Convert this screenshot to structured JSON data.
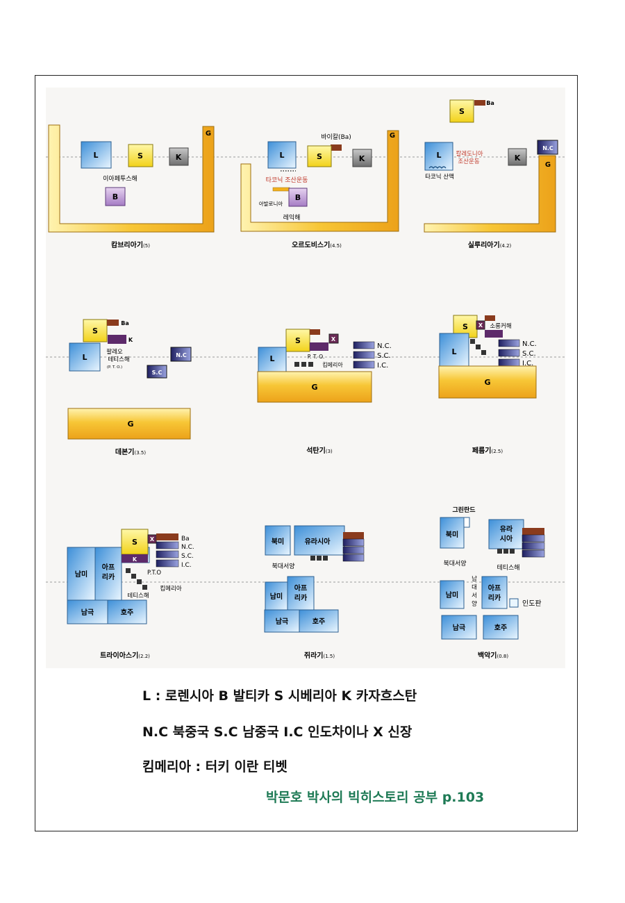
{
  "panels": [
    {
      "caption": "캄브리아기",
      "age": "(5)"
    },
    {
      "caption": "오르도비스기",
      "age": "(4.5)"
    },
    {
      "caption": "실루리아기",
      "age": "(4.2)"
    },
    {
      "caption": "데본기",
      "age": "(3.5)"
    },
    {
      "caption": "석탄기",
      "age": "(3)"
    },
    {
      "caption": "페름기",
      "age": "(2.5)"
    },
    {
      "caption": "트라이아스기",
      "age": "(2.2)"
    },
    {
      "caption": "쥐라기",
      "age": "(1.5)"
    },
    {
      "caption": "백악기",
      "age": "(0.8)"
    }
  ],
  "labels": {
    "L": "L",
    "S": "S",
    "K": "K",
    "B": "B",
    "G": "G",
    "X": "X",
    "Ba": "Ba",
    "NC": "N.C",
    "SC": "S.C",
    "NC_dot": "N.C.",
    "SC_dot": "S.C.",
    "IC_dot": "I.C.",
    "iapetus": "이아페투스해",
    "baikal": "바이칼(Ba)",
    "taconic_orogeny": "타코닉 조산운동",
    "avalonia": "아발로니아",
    "rheic": "레익해",
    "caledonian_1": "칼레도니아",
    "caledonian_2": "조산운동",
    "taconic_arc": "타코닉 산맥",
    "paleotethys": "팔레오",
    "paleotethys_2": "테티스해",
    "pto": "(P. T. O.)",
    "pto_plain": "P. T. O.",
    "pto_tr": "P.T.O",
    "cimmeria": "킴메리아",
    "solonker": "소롱커해",
    "tethys": "테티스해",
    "south_america_1": "남미",
    "africa_1": "아프",
    "africa_2": "리카",
    "antarctica": "남극",
    "australia": "호주",
    "north_america": "북미",
    "eurasia": "유라시아",
    "eurasia_1": "유라",
    "eurasia_2": "시아",
    "north_atlantic": "북대서양",
    "greenland": "그린란드",
    "south_atlantic_1": "남",
    "south_atlantic_2": "대",
    "south_atlantic_3": "서",
    "south_atlantic_4": "양",
    "india_plate": "인도판"
  },
  "legend": [
    "L : 로렌시아 B 발티카 S 시베리아  K 카자흐스탄",
    "N.C 북중국 S.C 남중국  I.C 인도차이나 X 신장",
    "킴메리아 : 터키 이란 티벳"
  ],
  "credit": "박문호 박사의 빅히스토리 공부  p.103",
  "colors": {
    "gondwana": "#f2b01e",
    "laurentia": "#5aa8e6",
    "siberia": "#f5d628",
    "kazakhstan": "#8a8a8a",
    "baltica": "#b98bd0",
    "china": "#2e2f7a",
    "baikal": "#8a3b1d",
    "tarim": "#6a2a55",
    "credit": "#1e7a55"
  }
}
